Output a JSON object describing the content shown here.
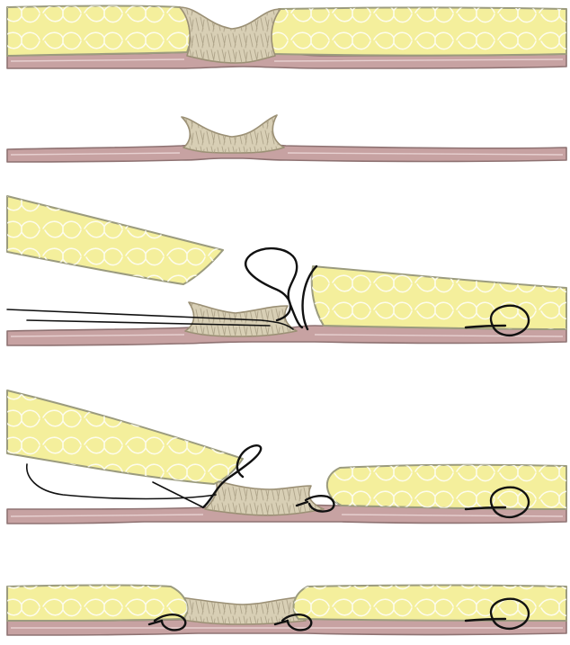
{
  "figure": {
    "panels": [
      {
        "stage": 1,
        "content": "scar-between-fat"
      },
      {
        "stage": 2,
        "content": "scar-excised-fat-removed"
      },
      {
        "stage": 3,
        "content": "first-suture-pass"
      },
      {
        "stage": 4,
        "content": "second-suture-pass"
      },
      {
        "stage": 5,
        "content": "sutures-tied"
      }
    ],
    "colors": {
      "fat": "#f4ef9c",
      "fascia": "#c7a2a2",
      "scar": "#d8cfb5",
      "suture": "#111111"
    }
  }
}
